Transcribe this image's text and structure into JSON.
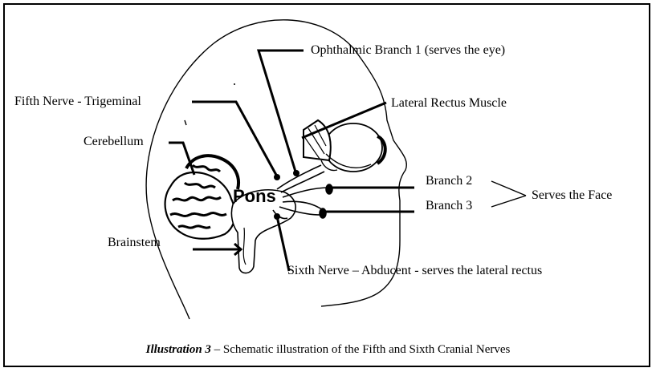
{
  "labels": {
    "ophthalmic": "Ophthalmic Branch 1 (serves the eye)",
    "fifth_nerve": "Fifth Nerve - Trigeminal",
    "lateral_rectus": "Lateral Rectus Muscle",
    "cerebellum": "Cerebellum",
    "branch2": "Branch 2",
    "branch3": "Branch 3",
    "serves_face": "Serves the Face",
    "brainstem": "Brainstem",
    "sixth_nerve": "Sixth Nerve – Abducent - serves the lateral rectus",
    "pons": "Pons"
  },
  "caption": {
    "title": "Illustration 3",
    "text": " – Schematic illustration of the Fifth and Sixth Cranial Nerves"
  }
}
